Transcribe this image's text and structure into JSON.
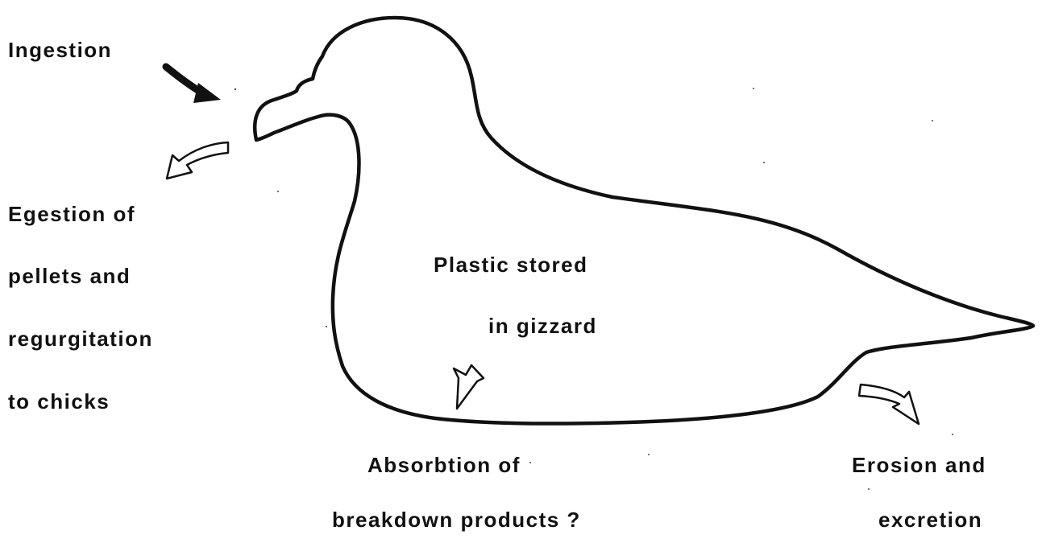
{
  "labels": {
    "ingestion": "Ingestion",
    "egestion": {
      "line1": "Egestion of",
      "line2": "pellets and",
      "line3": "regurgitation",
      "line4": "to chicks"
    },
    "storage": {
      "line1": "Plastic stored",
      "line2": "in gizzard"
    },
    "absorption": {
      "line1": "Absorbtion of",
      "line2": "breakdown products ?"
    },
    "erosion": {
      "line1": "Erosion and",
      "line2": "excretion"
    }
  },
  "colors": {
    "ink": "#111111",
    "background": "#ffffff"
  }
}
